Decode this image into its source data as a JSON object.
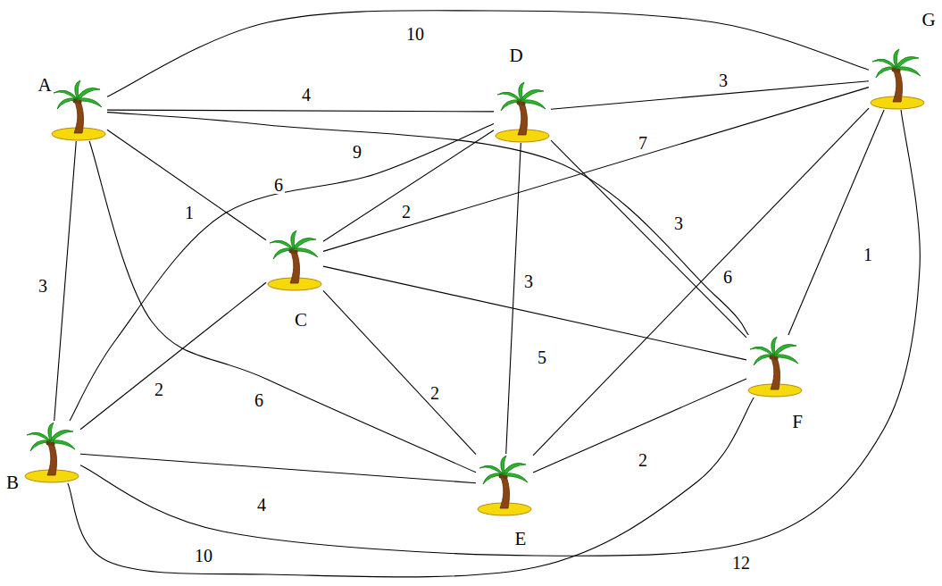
{
  "diagram": {
    "nodes": [
      {
        "text": [
          "A"
        ]
      },
      {
        "text": [
          "D"
        ]
      },
      {
        "text": [
          "G"
        ]
      },
      {
        "text": [
          "C"
        ]
      },
      {
        "text": [
          "F"
        ]
      },
      {
        "text": [
          "B"
        ]
      },
      {
        "text": [
          "E"
        ]
      }
    ],
    "edges": [
      {
        "from": 0,
        "to": 2,
        "label": "10",
        "arrow": "none"
      },
      {
        "from": 0,
        "to": 1,
        "label": "4",
        "arrow": "none"
      },
      {
        "from": 1,
        "to": 2,
        "label": "3",
        "arrow": "none"
      },
      {
        "from": 0,
        "to": 4,
        "label": "9",
        "arrow": "none"
      },
      {
        "from": 0,
        "to": 3,
        "label": "1",
        "arrow": "none"
      },
      {
        "from": 1,
        "to": 5,
        "label": "6",
        "arrow": "none"
      },
      {
        "from": 1,
        "to": 3,
        "label": "2",
        "arrow": "none"
      },
      {
        "from": 3,
        "to": 2,
        "label": "7",
        "arrow": "none"
      },
      {
        "from": 1,
        "to": 4,
        "label": "3",
        "arrow": "none"
      },
      {
        "from": 1,
        "to": 6,
        "label": "3",
        "arrow": "none"
      },
      {
        "from": 2,
        "to": 6,
        "label": "6",
        "arrow": "none"
      },
      {
        "from": 2,
        "to": 4,
        "label": "1",
        "arrow": "none"
      },
      {
        "from": 0,
        "to": 5,
        "label": "3",
        "arrow": "none"
      },
      {
        "from": 3,
        "to": 4,
        "label": "5",
        "arrow": "none"
      },
      {
        "from": 3,
        "to": 5,
        "label": "2",
        "arrow": "none"
      },
      {
        "from": 0,
        "to": 6,
        "label": "6",
        "arrow": "none"
      },
      {
        "from": 3,
        "to": 6,
        "label": "2",
        "arrow": "none"
      },
      {
        "from": 6,
        "to": 4,
        "label": "2",
        "arrow": "none"
      },
      {
        "from": 5,
        "to": 6,
        "label": "4",
        "arrow": "none"
      },
      {
        "from": 5,
        "to": 2,
        "label": "12",
        "arrow": "none"
      },
      {
        "from": 5,
        "to": 4,
        "label": "10",
        "arrow": "none"
      }
    ]
  }
}
